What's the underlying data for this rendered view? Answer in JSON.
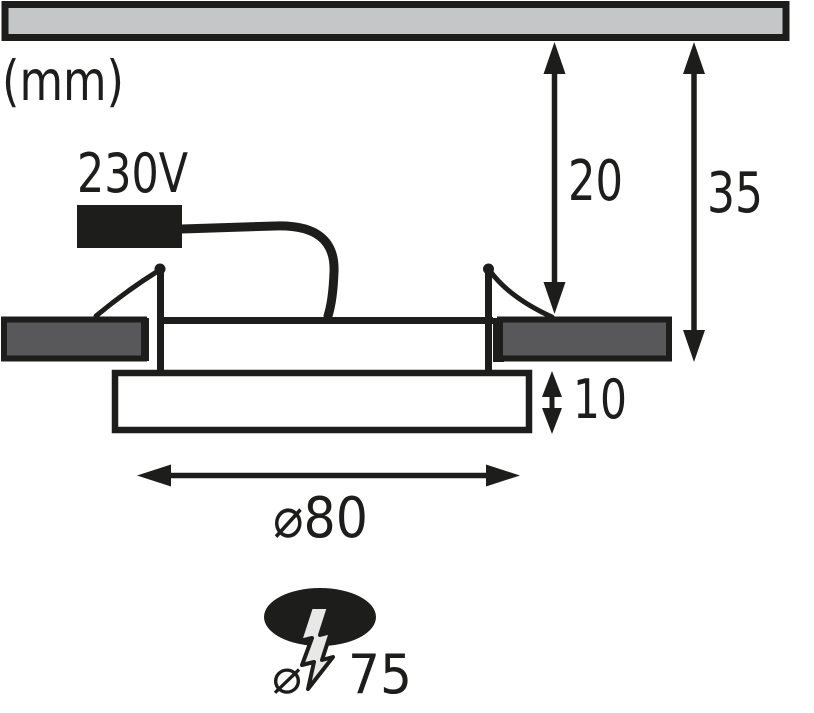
{
  "labels": {
    "unit": "(mm)",
    "voltage": "230V",
    "recess_depth": "20",
    "total_depth": "35",
    "panel_thickness": "10",
    "panel_diameter": "⌀80",
    "cutout_symbol": "⌀",
    "cutout_diameter": "75"
  },
  "colors": {
    "line": "#1d1d1b",
    "ceiling_fill": "#c4c6c7",
    "flange_fill": "#58585a",
    "bolt_fill": "#e8e8e8",
    "background": "#ffffff"
  }
}
